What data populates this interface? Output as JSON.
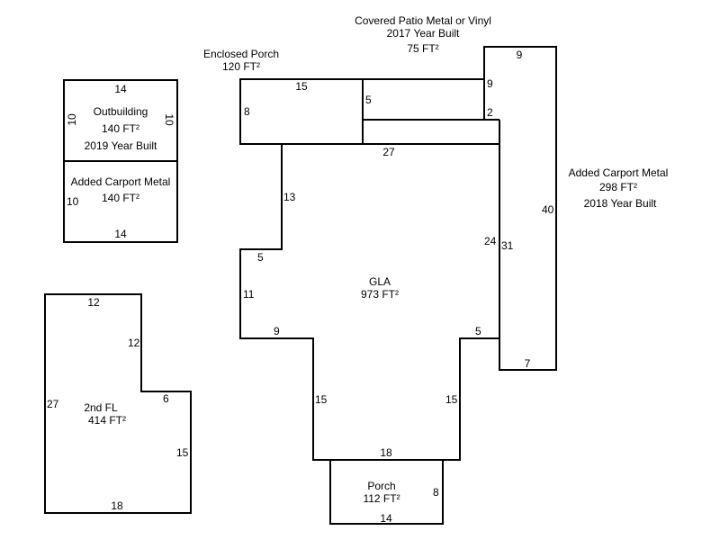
{
  "areas": {
    "outbuilding": {
      "name": "Outbuilding",
      "area": "140 FT²",
      "year": "2019 Year Built",
      "top": "14",
      "left": "10",
      "right": "10"
    },
    "carport_small": {
      "name": "Added Carport Metal",
      "area": "140 FT²",
      "left": "10",
      "bottom": "14"
    },
    "enclosed_porch": {
      "name": "Enclosed Porch",
      "area": "120 FT²",
      "top": "15",
      "left": "8"
    },
    "covered_patio": {
      "name": "Covered Patio Metal or Vinyl",
      "year": "2017 Year Built",
      "area": "75 FT²",
      "left": "5",
      "right": "9",
      "step": "2"
    },
    "carport_large": {
      "name": "Added Carport Metal",
      "area": "298 FT²",
      "year": "2018 Year Built",
      "top": "9",
      "right": "40",
      "left": "31",
      "bottom": "7"
    },
    "gla": {
      "name": "GLA",
      "area": "973 FT²",
      "top": "27",
      "left_upper": "13",
      "step_left": "5",
      "left": "11",
      "step_bottom_left": "9",
      "lower_left": "15",
      "bottom": "18",
      "lower_right": "15",
      "step_right": "5",
      "right": "24"
    },
    "porch": {
      "name": "Porch",
      "area": "112 FT²",
      "right": "8",
      "bottom": "14"
    },
    "second_floor": {
      "name": "2nd FL",
      "area": "414 FT²",
      "top": "12",
      "right_upper": "12",
      "step": "6",
      "right_lower": "15",
      "left": "27",
      "bottom": "18"
    }
  }
}
